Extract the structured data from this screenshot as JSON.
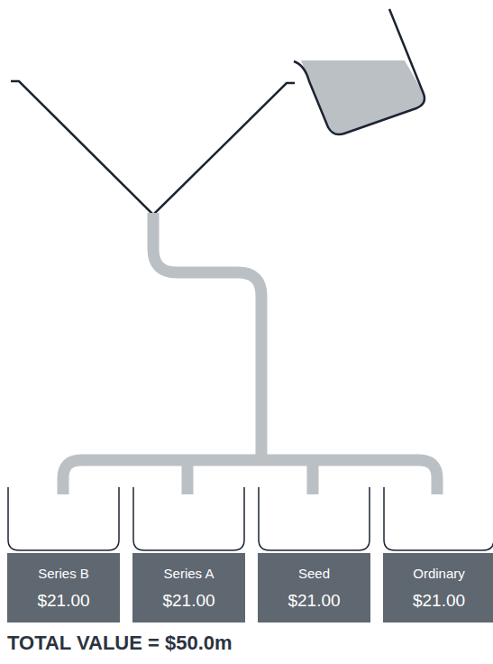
{
  "diagram": {
    "nodes": [
      {
        "text": [
          "Series B",
          "$21.00"
        ]
      },
      {
        "text": [
          "Series A",
          "$21.00"
        ]
      },
      {
        "text": [
          "Seed",
          "$21.00"
        ]
      },
      {
        "text": [
          "Ordinary",
          "$21.00"
        ]
      }
    ],
    "labels": [
      "TOTAL VALUE = $50.0m"
    ]
  }
}
